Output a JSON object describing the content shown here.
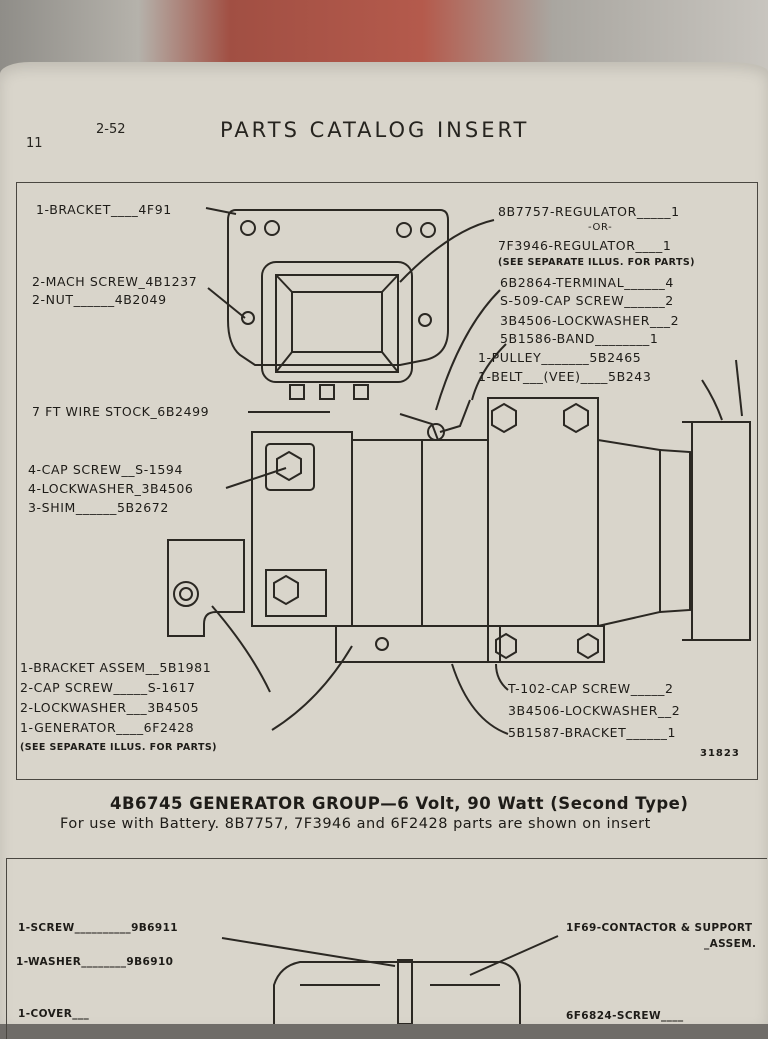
{
  "header": {
    "page_number": "11",
    "date": "2-52",
    "title": "PARTS CATALOG INSERT"
  },
  "diagram_labels": {
    "bracket": "1-BRACKET____4F91",
    "mach_screw": "2-MACH SCREW_4B1237",
    "nut": "2-NUT______4B2049",
    "wire_stock": "7 FT WIRE STOCK_6B2499",
    "cap_screw_left": "4-CAP SCREW__S-1594",
    "lockwasher_left": "4-LOCKWASHER_3B4506",
    "shim": "3-SHIM______5B2672",
    "bracket_assem": "1-BRACKET ASSEM__5B1981",
    "cap_screw_bottom": "2-CAP SCREW_____S-1617",
    "lockwasher_bottom": "2-LOCKWASHER___3B4505",
    "generator": "1-GENERATOR____6F2428",
    "generator_note": "(SEE SEPARATE ILLUS. FOR PARTS)",
    "regulator_1": "8B7757-REGULATOR_____1",
    "or": "-OR-",
    "regulator_2": "7F3946-REGULATOR____1",
    "regulator_note": "(SEE SEPARATE ILLUS. FOR PARTS)",
    "terminal": "6B2864-TERMINAL______4",
    "cap_screw_right": "S-509-CAP SCREW______2",
    "lockwasher_right": "3B4506-LOCKWASHER___2",
    "band": "5B1586-BAND________1",
    "pulley": "1-PULLEY_______5B2465",
    "belt": "1-BELT___(VEE)____5B243",
    "t102_cap_screw": "T-102-CAP SCREW_____2",
    "lockwasher_br": "3B4506-LOCKWASHER__2",
    "bracket_br": "5B1587-BRACKET______1",
    "figure_number": "31823"
  },
  "caption": {
    "title": "4B6745 GENERATOR GROUP—6 Volt, 90 Watt (Second Type)",
    "subtitle": "For use with Battery. 8B7757, 7F3946 and 6F2428 parts are shown on insert"
  },
  "lower_diagram": {
    "screw": "1-SCREW__________9B6911",
    "washer": "1-WASHER________9B6910",
    "cover": "1-COVER___",
    "contactor": "1F69-CONTACTOR & SUPPORT",
    "contactor_2": "_ASSEM.",
    "screw_right": "6F6824-SCREW____"
  }
}
